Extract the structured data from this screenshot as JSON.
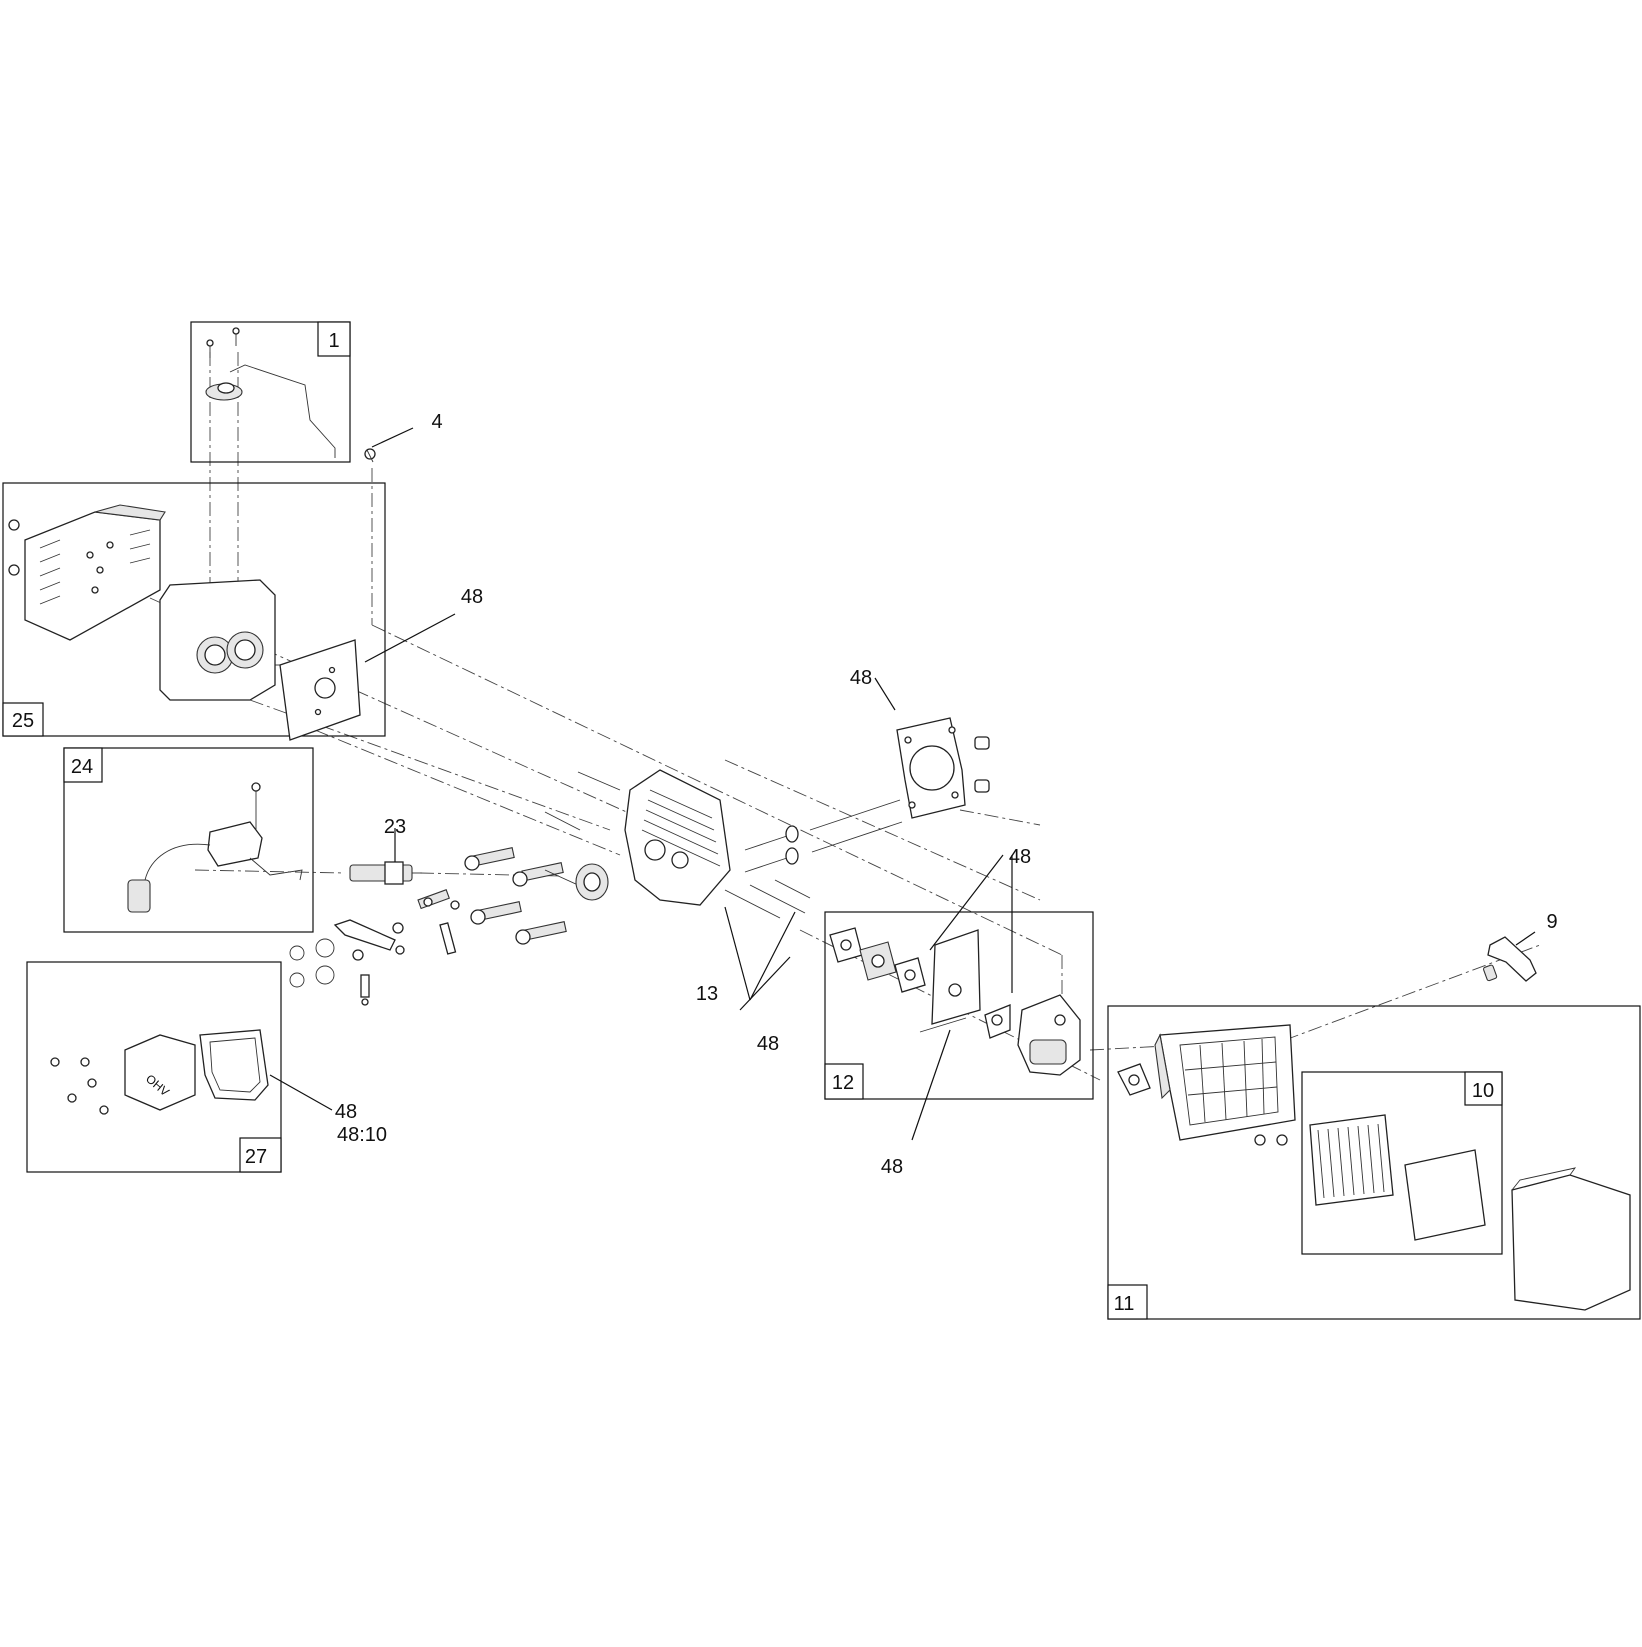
{
  "diagram": {
    "group_boxes": [
      {
        "id": "1",
        "label": "1"
      },
      {
        "id": "25",
        "label": "25"
      },
      {
        "id": "24",
        "label": "24"
      },
      {
        "id": "27",
        "label": "27"
      },
      {
        "id": "12",
        "label": "12"
      },
      {
        "id": "11",
        "label": "11"
      },
      {
        "id": "10",
        "label": "10"
      }
    ],
    "callouts": {
      "c4": "4",
      "c48_muffler": "48",
      "c48_head": "48",
      "c23": "23",
      "c48_carb_top": "48",
      "c13": "13",
      "c48_carb_left": "48",
      "c48_carb_bottom": "48",
      "c9": "9",
      "c48_cover": "48",
      "c48_10": "48:10"
    }
  }
}
